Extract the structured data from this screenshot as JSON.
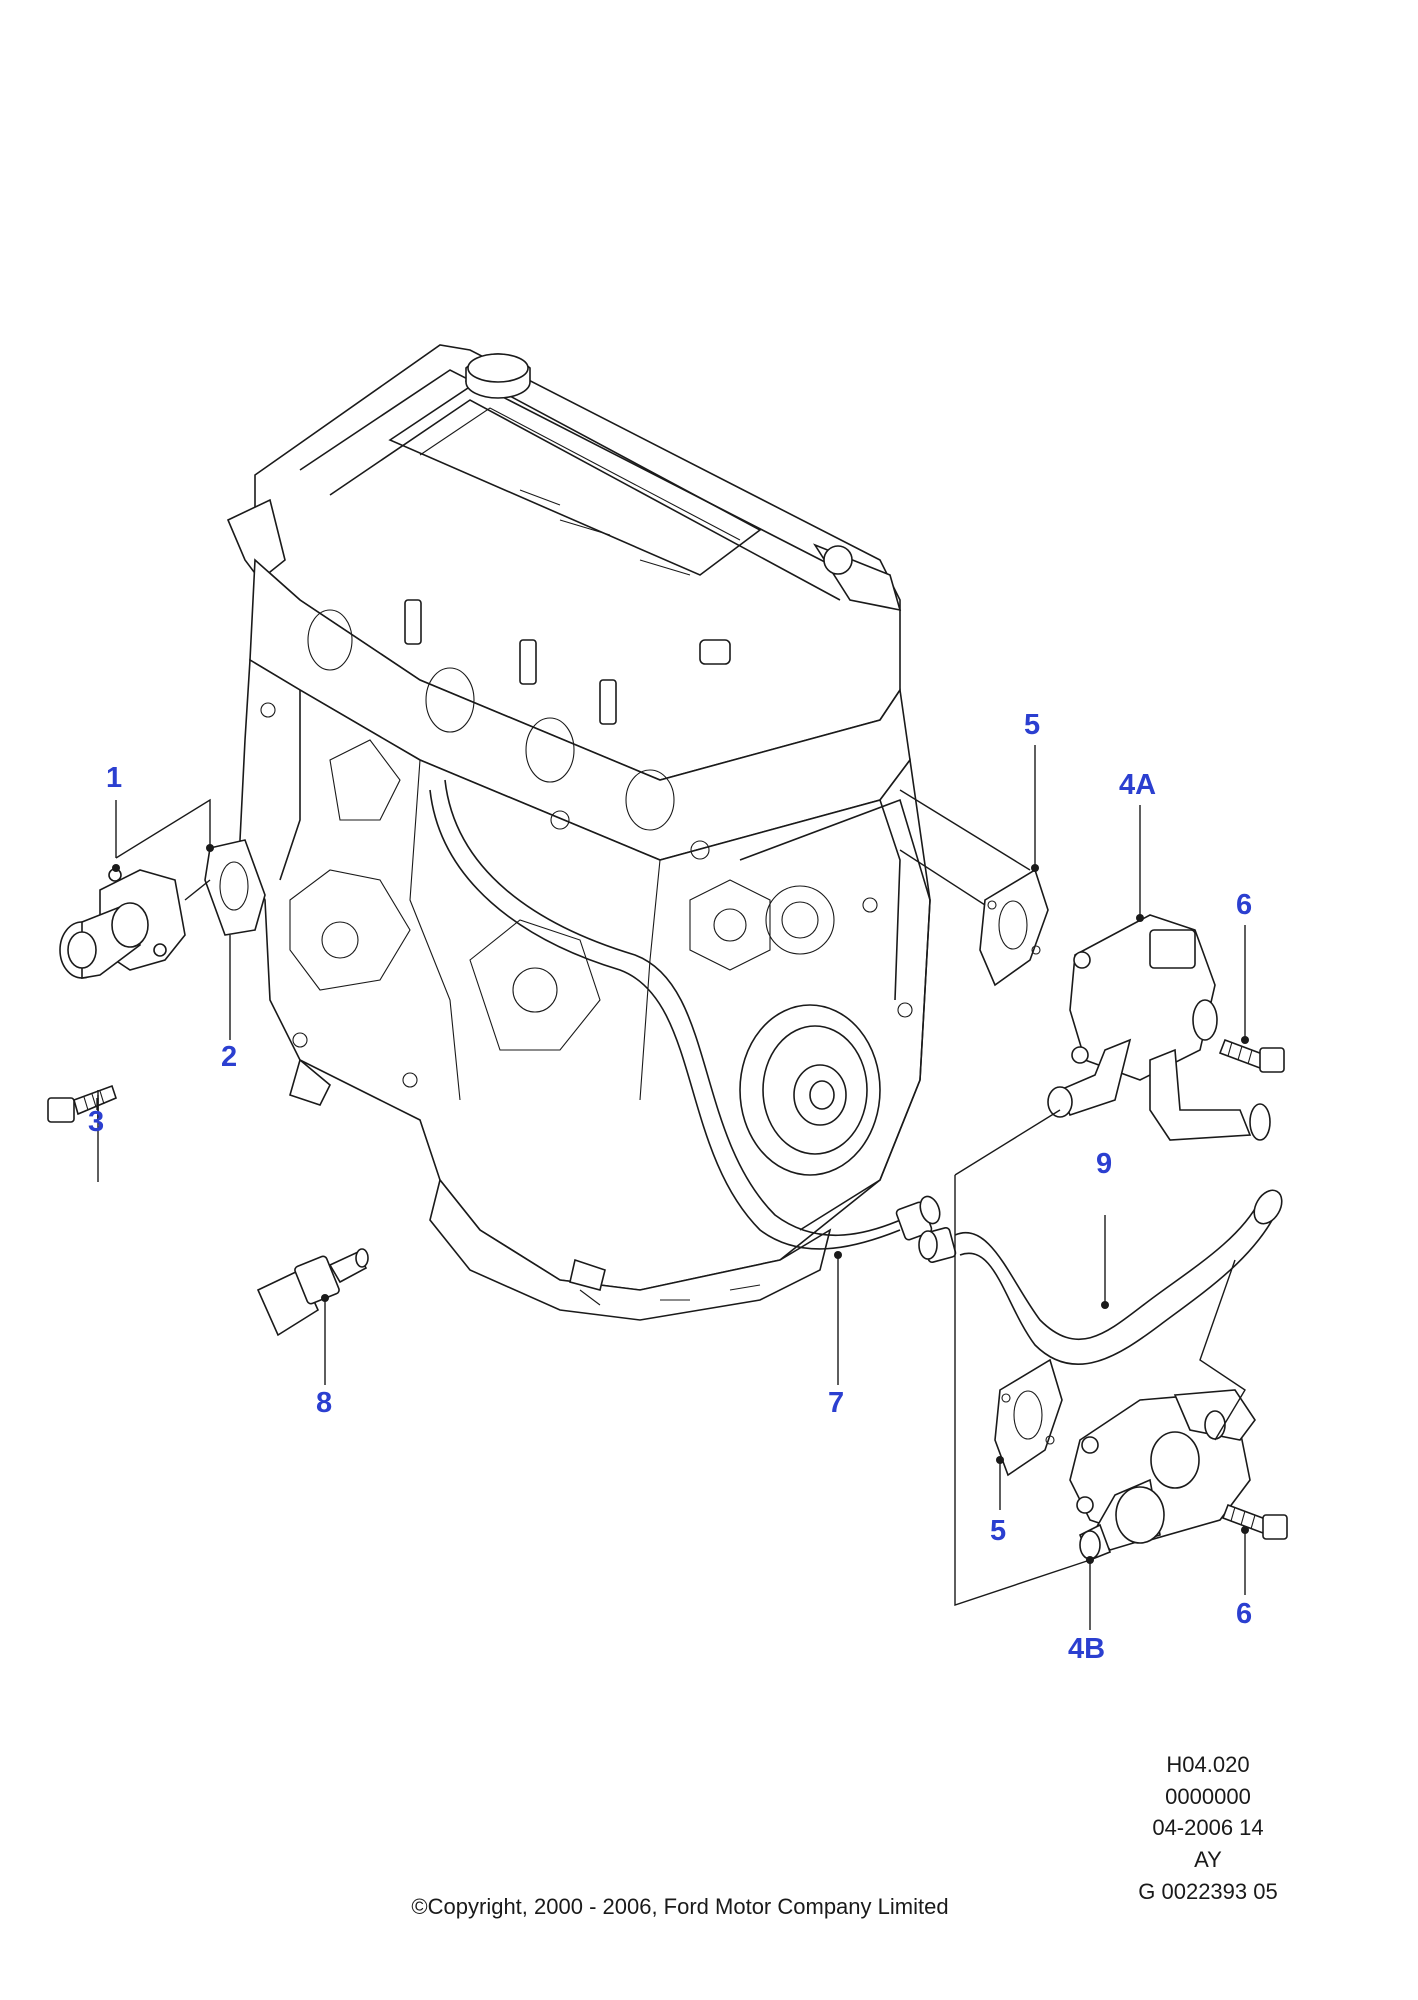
{
  "callouts": {
    "c1": "1",
    "c2": "2",
    "c3": "3",
    "c4a": "4A",
    "c4b": "4B",
    "c5a": "5",
    "c5b": "5",
    "c6a": "6",
    "c6b": "6",
    "c7": "7",
    "c8": "8",
    "c9": "9"
  },
  "reference": {
    "line1": "H04.020",
    "line2": "0000000",
    "line3": "04-2006 14",
    "line4": "AY",
    "line5": "G 0022393 05"
  },
  "copyright": "©Copyright, 2000 - 2006, Ford Motor Company Limited",
  "colors": {
    "callout": "#2b3fd0",
    "line": "#1a1a1a",
    "background": "#ffffff"
  }
}
